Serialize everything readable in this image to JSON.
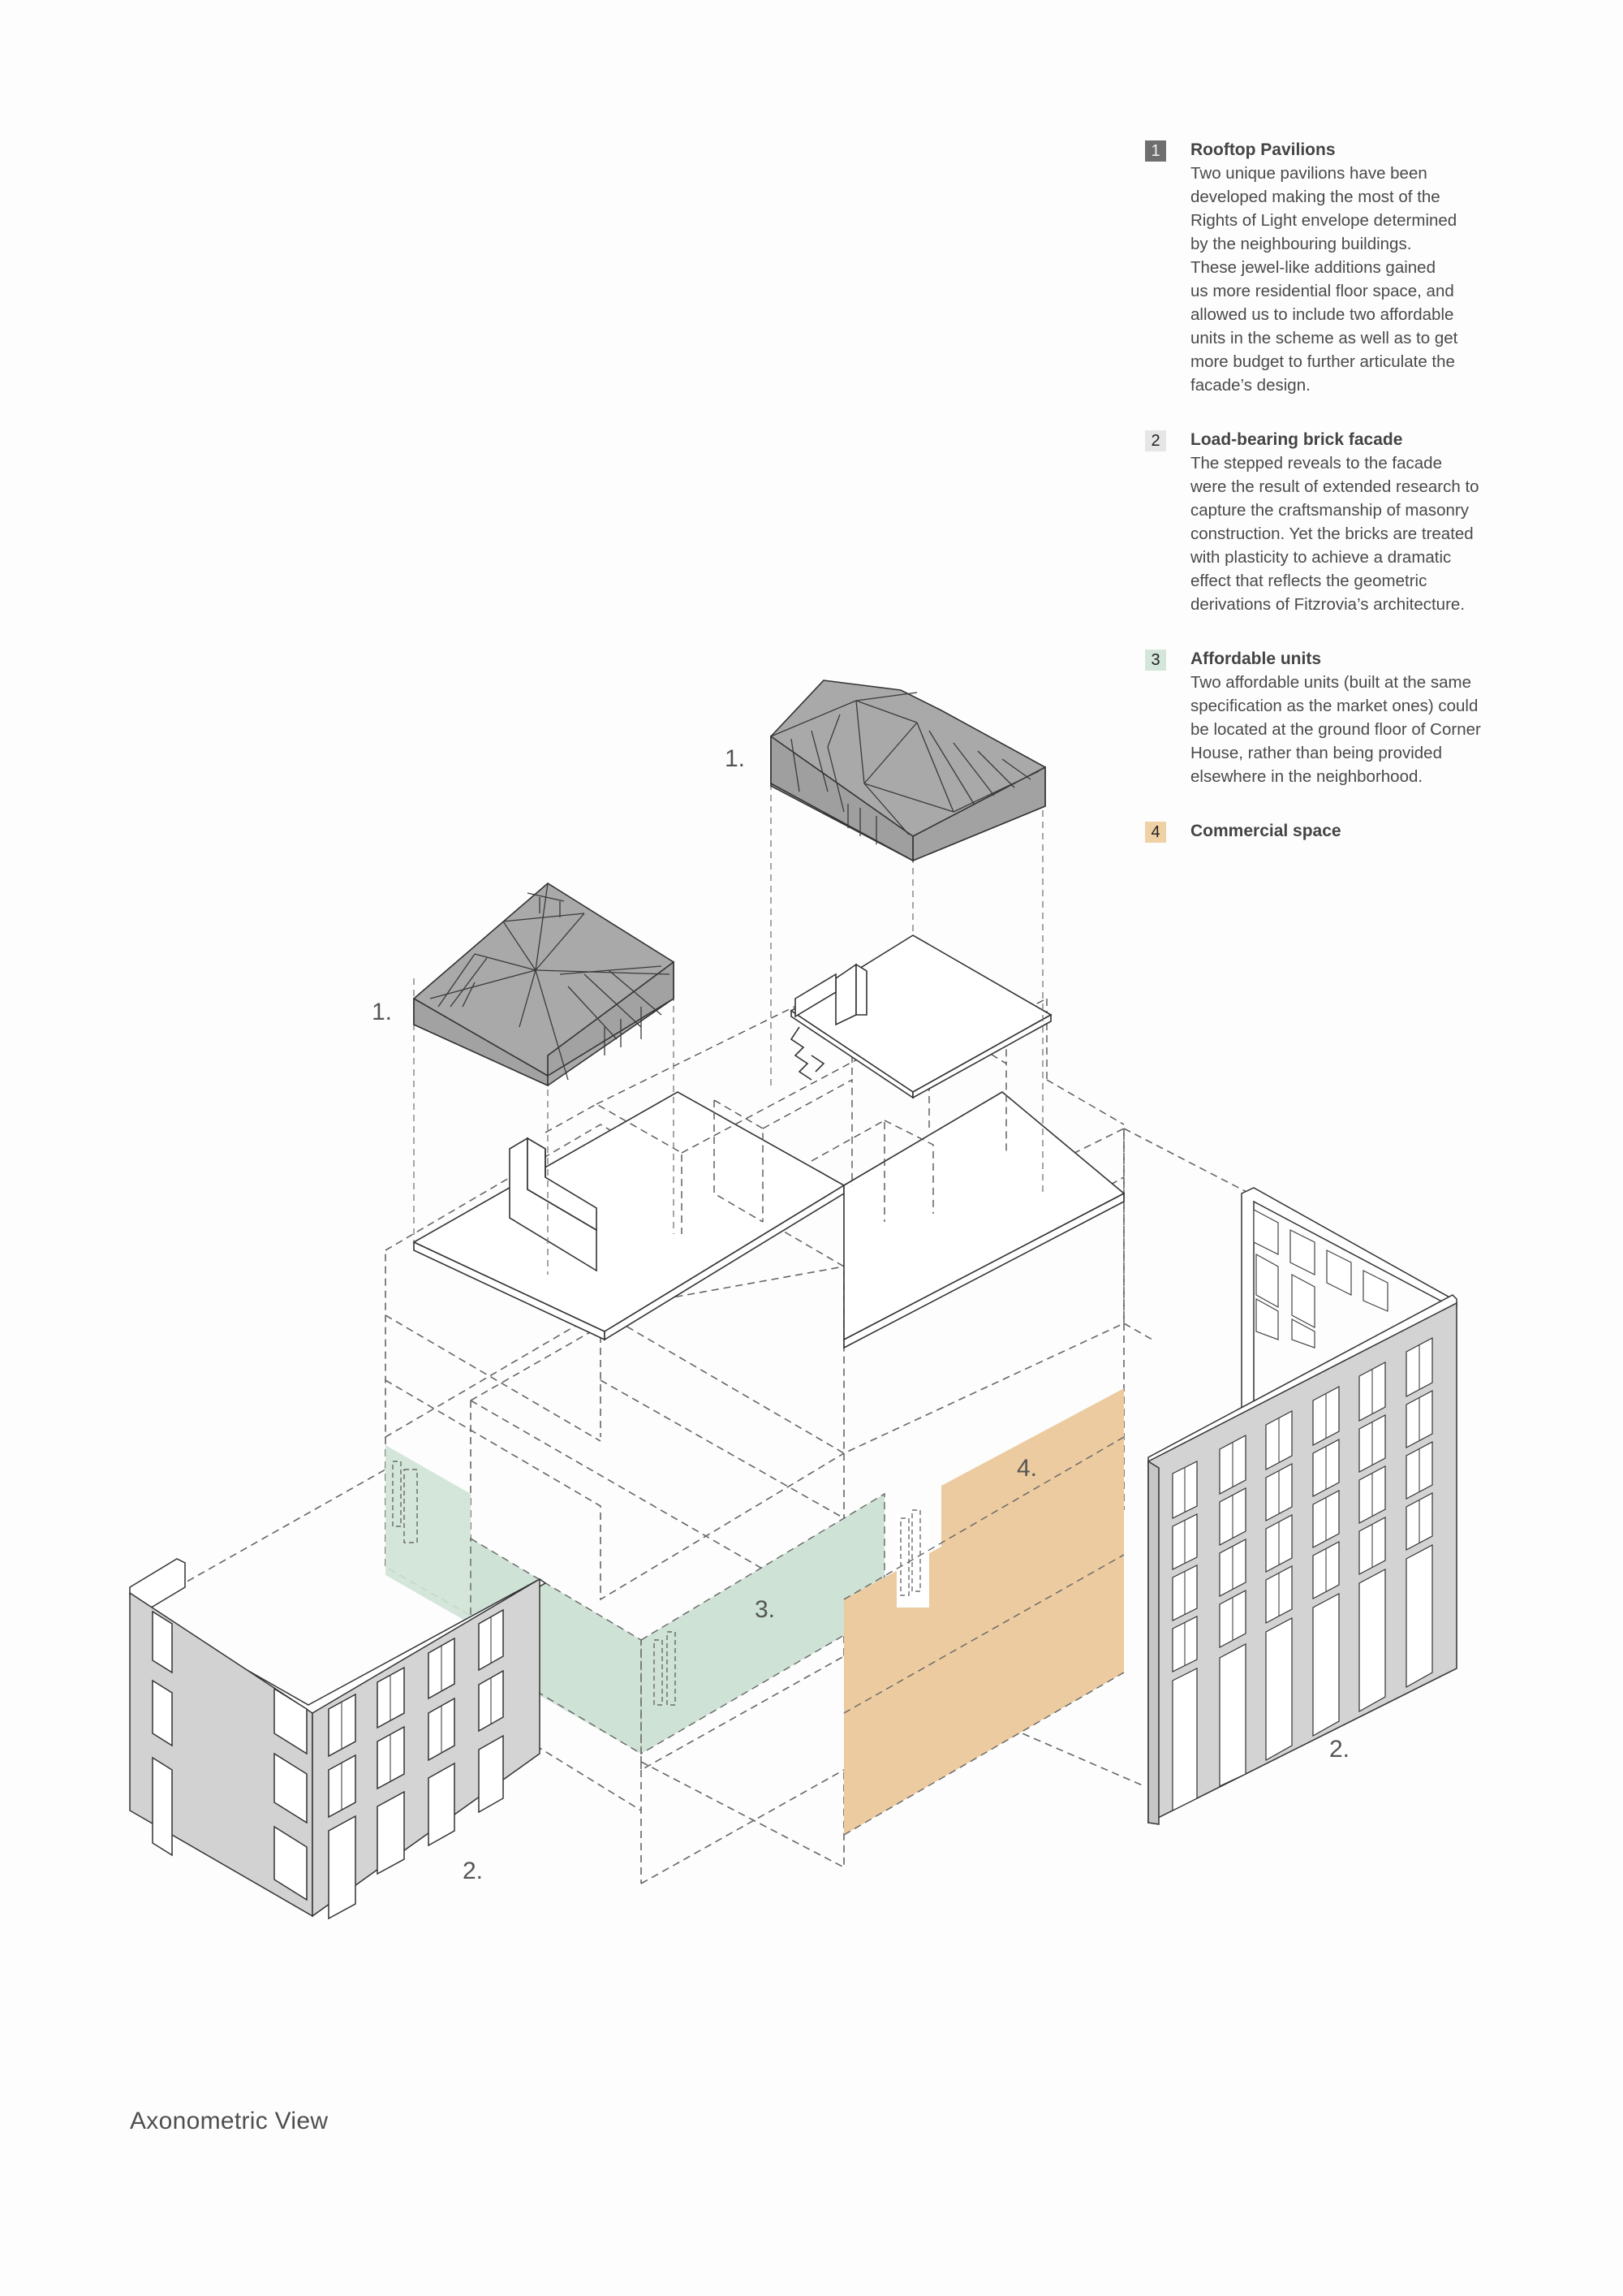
{
  "caption": "Axonometric View",
  "colors": {
    "pavilion": "#a9a9a9",
    "affordable": "#cfe2d6",
    "commercial": "#ebcb9f",
    "facade": "#d4d4d4",
    "badge_1": "#6e6e6e",
    "badge_2": "#e6e6e6",
    "badge_3": "#d4e6da",
    "badge_4": "#efd1a6"
  },
  "legend": {
    "items": [
      {
        "number": "1",
        "title": "Rooftop Pavilions",
        "text": "Two unique pavilions have been\ndeveloped making the most of the\nRights of Light envelope determined\nby the neighbouring buildings.\nThese jewel-like additions gained\nus more residential floor space, and\nallowed us to include two affordable\nunits in the scheme as well as to get\nmore budget to further articulate the\nfacade’s design."
      },
      {
        "number": "2",
        "title": "Load-bearing brick facade",
        "text": "The stepped reveals to the facade\nwere the result of extended research to\ncapture the craftsmanship of masonry\nconstruction. Yet the bricks are treated\nwith plasticity to achieve a dramatic\neffect that reflects the geometric\nderivations of Fitzrovia’s architecture."
      },
      {
        "number": "3",
        "title": "Affordable units",
        "text": "Two affordable units (built at the same\nspecification as the market ones) could\nbe located at the ground floor of Corner\nHouse, rather than being provided\nelsewhere in the neighborhood."
      },
      {
        "number": "4",
        "title": "Commercial space",
        "text": ""
      }
    ]
  },
  "callouts": {
    "pavilion_right": "1.",
    "pavilion_left": "1.",
    "affordable": "3.",
    "commercial": "4.",
    "facade_left": "2.",
    "facade_right": "2."
  }
}
